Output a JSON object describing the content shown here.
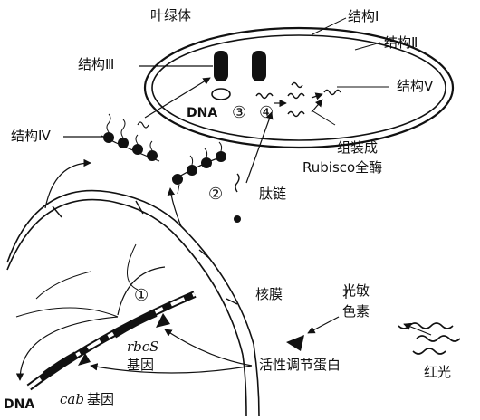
{
  "labels": {
    "chloroplast": "叶绿体",
    "structure1": "结构Ⅰ",
    "structure2": "结构Ⅱ",
    "structure3": "结构Ⅲ",
    "structure4": "结构Ⅳ",
    "structure5": "结构Ⅴ",
    "dna_inner": "DNA",
    "dna_nucleus": "DNA",
    "step1": "①",
    "step2": "②",
    "step3": "③",
    "step4": "④",
    "assemble_line1": "组装成",
    "assemble_line2": "Rubisco全酶",
    "peptide": "肽链",
    "nuclear_membrane": "核膜",
    "phytochrome_line1": "光敏",
    "phytochrome_line2": "色素",
    "rbcs_gene_name": "rbcS",
    "rbcs_gene_word": "基因",
    "active_protein": "活性调节蛋白",
    "red_light": "红光",
    "cab_gene_name": "cab",
    "cab_gene_word": "基因"
  },
  "colors": {
    "stroke": "#111111",
    "background": "#ffffff"
  }
}
